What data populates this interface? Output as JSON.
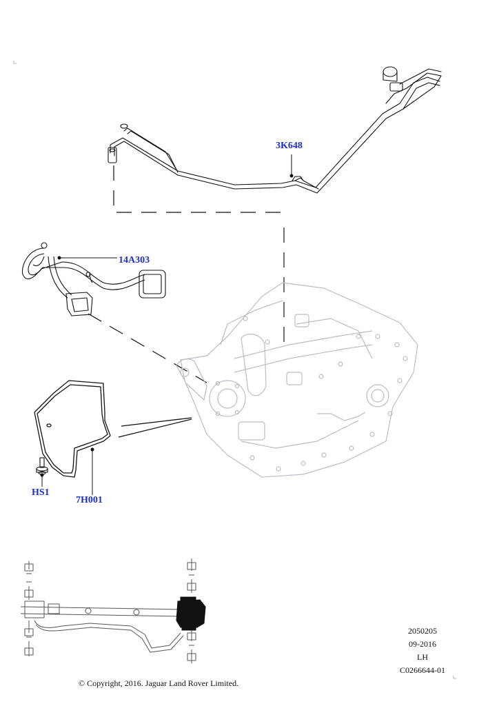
{
  "callouts": {
    "pipe": "3K648",
    "harness": "14A303",
    "shield": "7H001",
    "screw": "HS1"
  },
  "info": {
    "code": "2050205",
    "date": "09-2016",
    "side": "LH",
    "illustration_id": "C0266644-01"
  },
  "copyright": "© Copyright, 2016. Jaguar Land Rover Limited.",
  "colors": {
    "callout": "#1a2fd0",
    "line": "#111111",
    "faded": "#b9bdc4"
  },
  "icons": {
    "pipe": "pipe-assembly-drawing",
    "harness": "wiring-harness-drawing",
    "shield": "heat-shield-drawing",
    "screw": "screw-drawing",
    "unit": "rear-drive-unit-drawing",
    "locator": "vehicle-locator-drawing"
  }
}
